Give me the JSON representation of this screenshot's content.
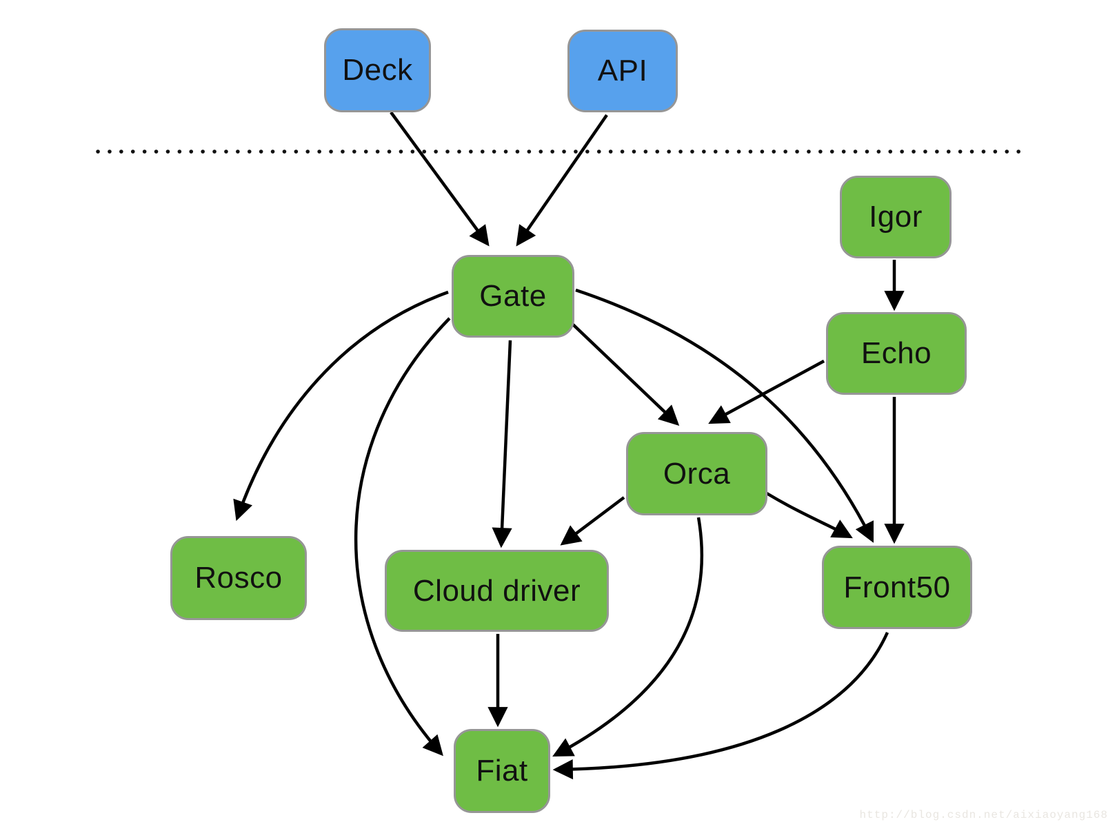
{
  "diagram": {
    "nodes": [
      {
        "id": "deck",
        "label": "Deck",
        "kind": "client"
      },
      {
        "id": "api",
        "label": "API",
        "kind": "client"
      },
      {
        "id": "gate",
        "label": "Gate",
        "kind": "service"
      },
      {
        "id": "igor",
        "label": "Igor",
        "kind": "service"
      },
      {
        "id": "echo",
        "label": "Echo",
        "kind": "service"
      },
      {
        "id": "orca",
        "label": "Orca",
        "kind": "service"
      },
      {
        "id": "rosco",
        "label": "Rosco",
        "kind": "service"
      },
      {
        "id": "clouddriver",
        "label": "Cloud driver",
        "kind": "service"
      },
      {
        "id": "front50",
        "label": "Front50",
        "kind": "service"
      },
      {
        "id": "fiat",
        "label": "Fiat",
        "kind": "service"
      }
    ],
    "edges": [
      {
        "from": "deck",
        "to": "gate"
      },
      {
        "from": "api",
        "to": "gate"
      },
      {
        "from": "igor",
        "to": "echo"
      },
      {
        "from": "gate",
        "to": "rosco"
      },
      {
        "from": "gate",
        "to": "fiat"
      },
      {
        "from": "gate",
        "to": "clouddriver"
      },
      {
        "from": "gate",
        "to": "orca"
      },
      {
        "from": "gate",
        "to": "front50"
      },
      {
        "from": "echo",
        "to": "orca"
      },
      {
        "from": "echo",
        "to": "front50"
      },
      {
        "from": "orca",
        "to": "clouddriver"
      },
      {
        "from": "orca",
        "to": "front50"
      },
      {
        "from": "orca",
        "to": "fiat"
      },
      {
        "from": "clouddriver",
        "to": "fiat"
      },
      {
        "from": "front50",
        "to": "fiat"
      }
    ],
    "colors": {
      "client_fill": "#57a1ed",
      "service_fill": "#6fbd45",
      "node_border": "#969696",
      "edge": "#000000",
      "text": "#111111"
    }
  },
  "watermark": {
    "text": "http://blog.csdn.net/aixiaoyang168",
    "color": "#e9e6e1"
  }
}
